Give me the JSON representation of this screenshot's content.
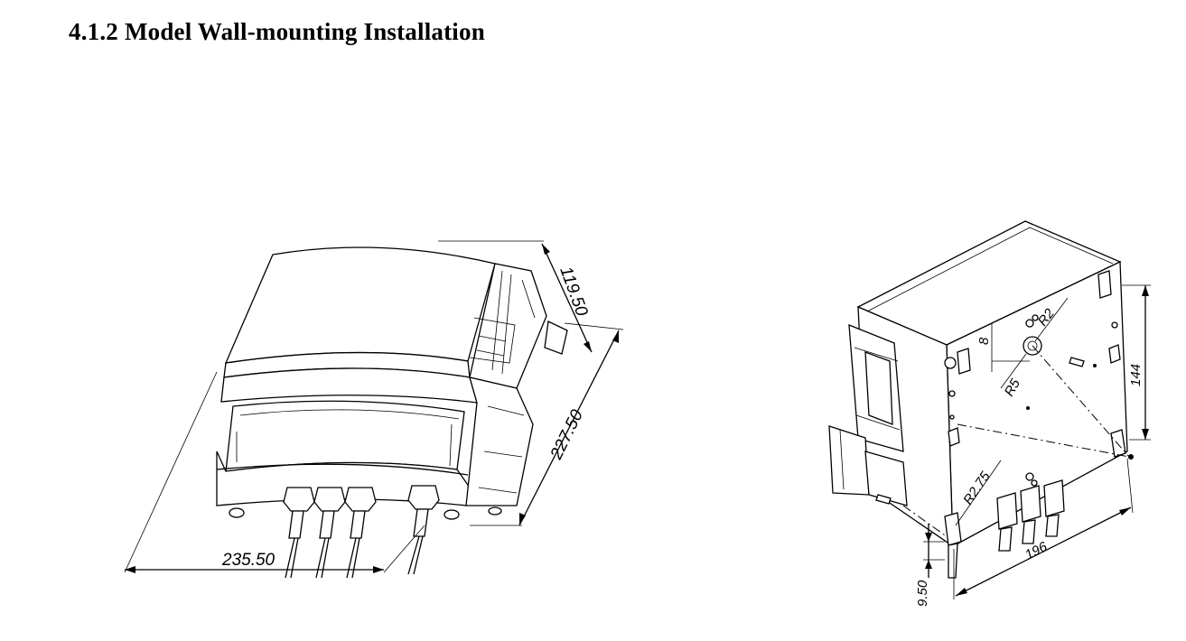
{
  "heading": "4.1.2 Model Wall-mounting Installation",
  "left_view": {
    "dim_width": "235.50",
    "dim_length": "227.50",
    "dim_height": "119.50"
  },
  "right_view": {
    "dim_r2": "R2",
    "dim_8": "8",
    "dim_r5": "R5",
    "dim_144": "144",
    "dim_r275": "R2.75",
    "dim_196": "196",
    "dim_950": "9.50"
  }
}
